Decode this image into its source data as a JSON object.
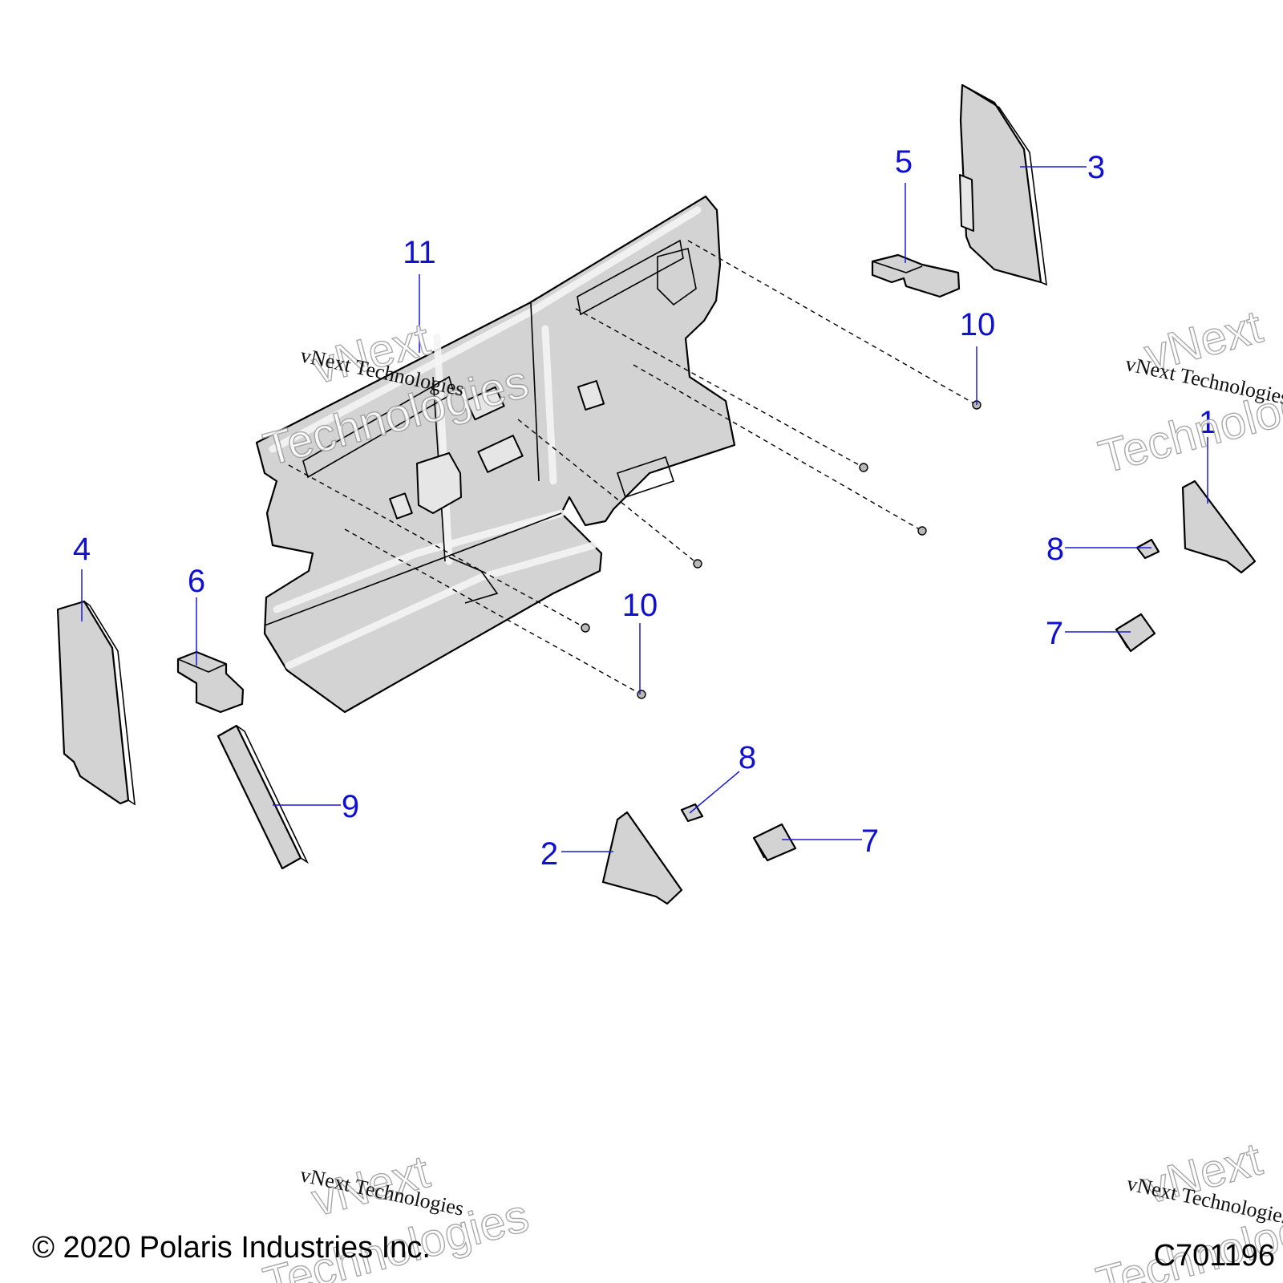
{
  "callouts": {
    "c1": "1",
    "c2": "2",
    "c3": "3",
    "c4": "4",
    "c5": "5",
    "c6": "6",
    "c7a": "7",
    "c7b": "7",
    "c8a": "8",
    "c8b": "8",
    "c9": "9",
    "c10a": "10",
    "c10b": "10",
    "c11": "11"
  },
  "watermark": {
    "line1": "vNext",
    "line2": "Technologies",
    "small": "vNext Technologies"
  },
  "footer": {
    "copyright": "© 2020 Polaris Industries Inc.",
    "drawing_number": "C701196"
  },
  "colors": {
    "callout": "#1010d0",
    "part_fill": "#d3d3d3"
  }
}
